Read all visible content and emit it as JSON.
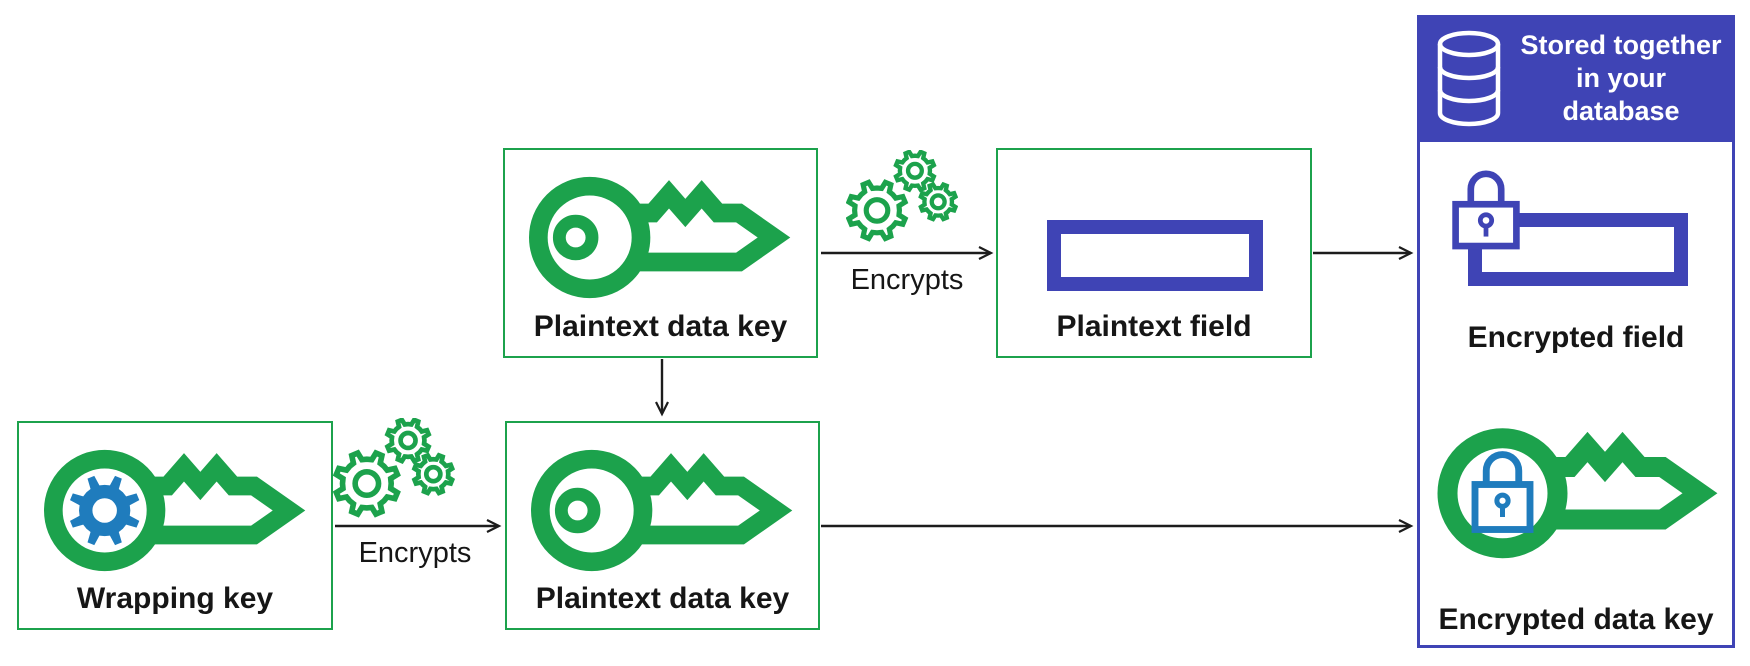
{
  "colors": {
    "green": "#1ca24c",
    "indigo": "#3f44b5",
    "light_blue": "#1f7cbd",
    "text": "#161616",
    "arrow": "#1c1c1c",
    "background": "#ffffff"
  },
  "panel": {
    "header_label": "Stored together in your database"
  },
  "nodes": {
    "plaintext_data_key_top": {
      "label": "Plaintext data key"
    },
    "plaintext_field": {
      "label": "Plaintext field"
    },
    "wrapping_key": {
      "label": "Wrapping key"
    },
    "plaintext_data_key_bottom": {
      "label": "Plaintext data key"
    },
    "encrypted_field": {
      "label": "Encrypted field"
    },
    "encrypted_data_key": {
      "label": "Encrypted data key"
    }
  },
  "edges": {
    "encrypts_top_label": "Encrypts",
    "encrypts_bottom_label": "Encrypts"
  },
  "icons": {
    "key": "key-icon",
    "wrapping_key": "key-with-gear-icon",
    "encrypted_key": "key-with-padlock-icon",
    "gears": "gears-icon",
    "padlock": "padlock-icon",
    "database": "database-cylinder-icon"
  }
}
